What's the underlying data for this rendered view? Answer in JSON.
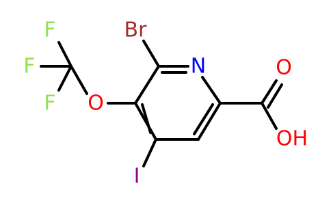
{
  "molecule": {
    "atoms": {
      "br": "Br",
      "n": "N",
      "o_ether": "O",
      "o_carbonyl": "O",
      "oh": "OH",
      "f1": "F",
      "f2": "F",
      "f3": "F",
      "i": "I"
    },
    "colors": {
      "Br": "#a52a2a",
      "N": "#0000ff",
      "O": "#ff0000",
      "F": "#90e050",
      "I": "#940094",
      "bond": "#000000"
    }
  }
}
